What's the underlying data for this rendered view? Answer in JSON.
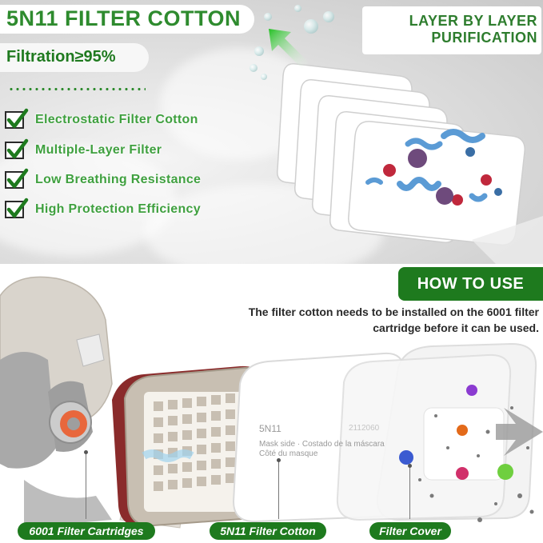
{
  "header": {
    "title": "5N11 FILTER COTTON",
    "filtration": "Filtration≥95%"
  },
  "features": [
    "Electrostatic Filter Cotton",
    "Multiple-Layer Filter",
    "Low Breathing Resistance",
    "High Protection Efficiency"
  ],
  "layer_banner": {
    "line1": "LAYER BY LAYER",
    "line2": "PURIFICATION"
  },
  "how_to_use": {
    "title": "HOW TO USE",
    "line1": "The filter cotton needs to be installed on the 6001 filter",
    "line2": "cartridge before it can be used."
  },
  "pad_print": {
    "brand": "5N11",
    "side_en": "Mask side · Costado de la máscara",
    "side_fr": "Côté du masque",
    "code": "2112060"
  },
  "labels": {
    "cartridges": "6001 Filter Cartridges",
    "cotton": "5N11 Filter Cotton",
    "cover": "Filter Cover"
  },
  "colors": {
    "brand_green": "#1e7a1e",
    "title_green": "#2e8b2e",
    "feature_green": "#3fa03f"
  }
}
